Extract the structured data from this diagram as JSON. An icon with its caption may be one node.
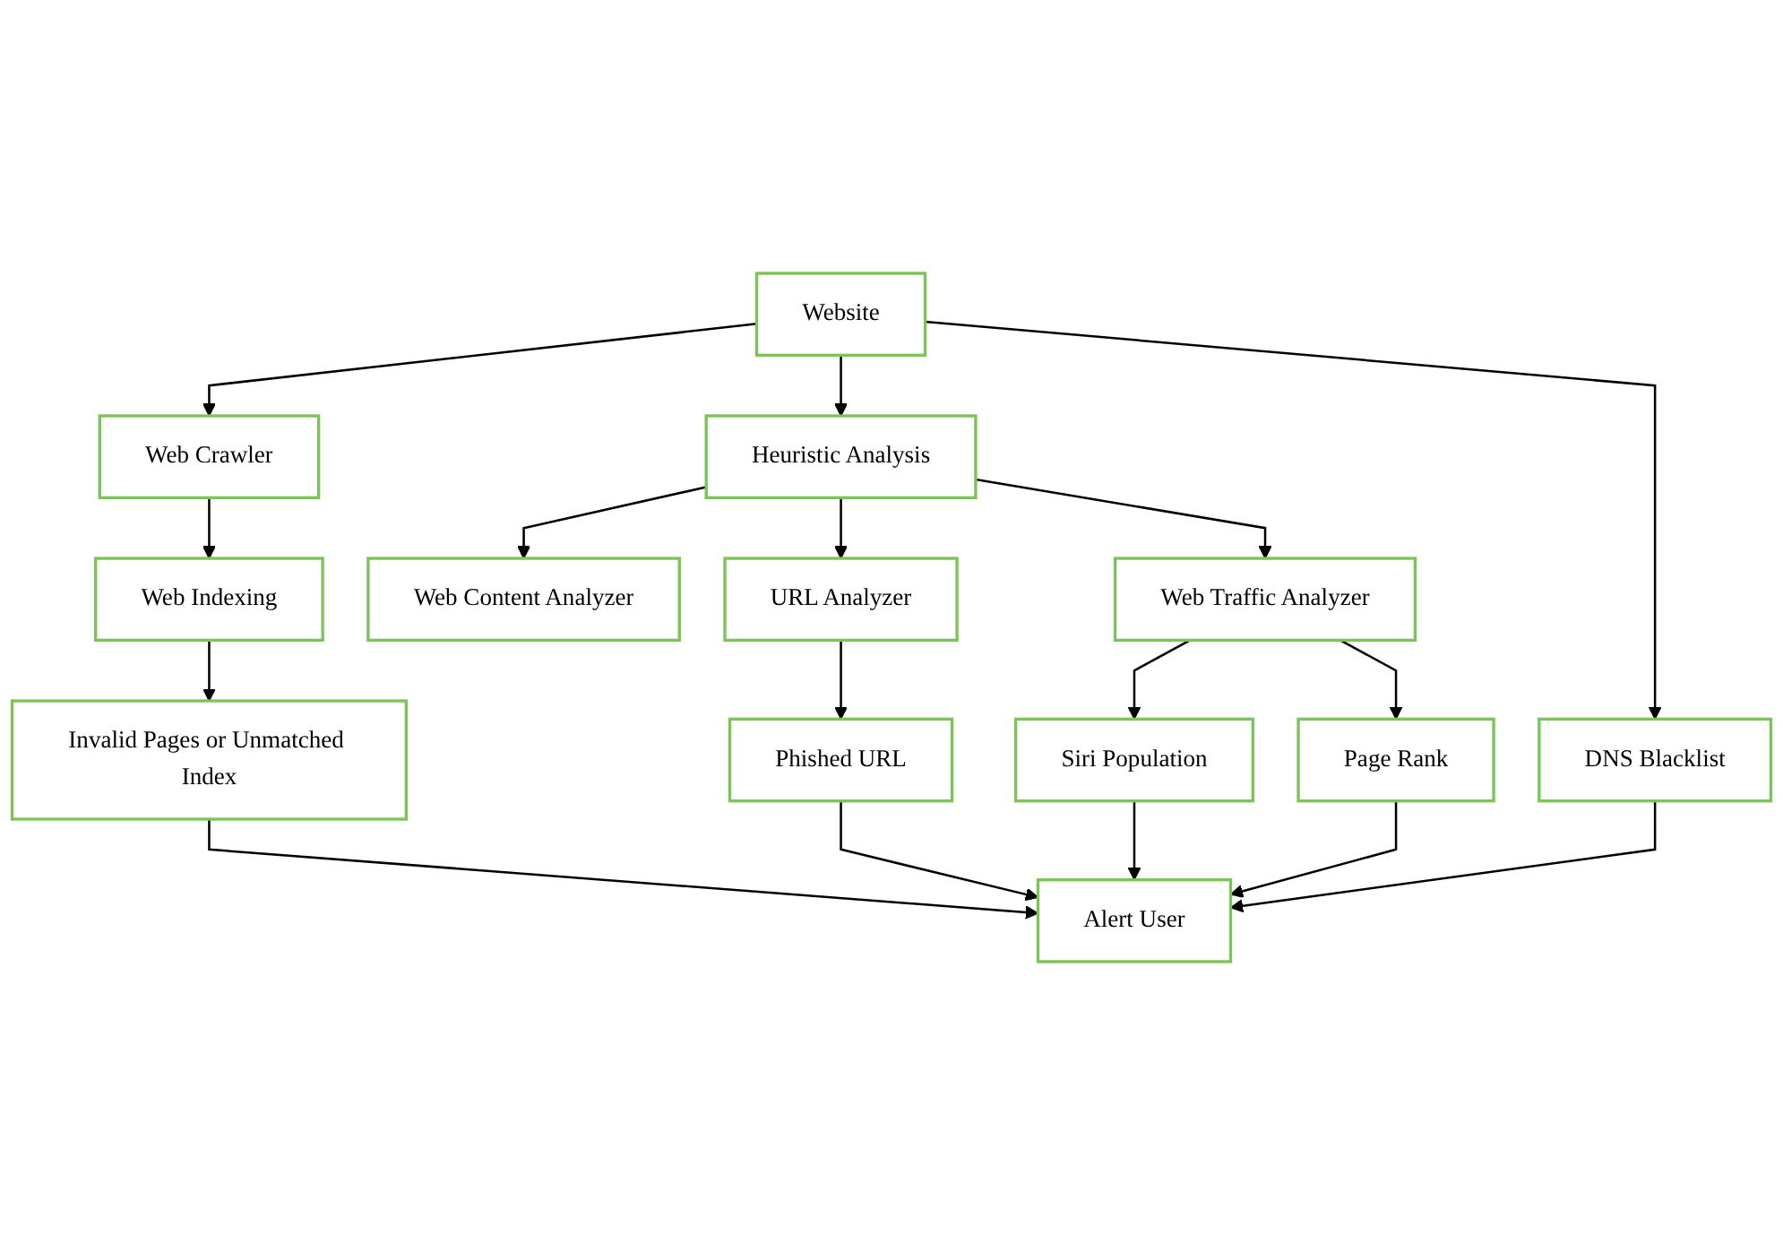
{
  "diagram": {
    "nodes": [
      {
        "text": [
          "Website"
        ]
      },
      {
        "text": [
          "Web Crawler"
        ]
      },
      {
        "text": [
          "Heuristic Analysis"
        ]
      },
      {
        "text": [
          "DNS Blacklist"
        ]
      },
      {
        "text": [
          "Web Content Analyzer"
        ]
      },
      {
        "text": [
          "URL Analyzer"
        ]
      },
      {
        "text": [
          "Web Traffic Analyzer"
        ]
      },
      {
        "text": [
          "Web Indexing"
        ]
      },
      {
        "text": [
          "Siri Population"
        ]
      },
      {
        "text": [
          "Page Rank"
        ]
      },
      {
        "text": [
          "Invalid Pages or Unmatched Index"
        ]
      },
      {
        "text": [
          "Phished URL"
        ]
      },
      {
        "text": [
          "Alert User"
        ]
      }
    ],
    "edges": [
      {
        "from": 0,
        "to": 1,
        "arrow": "to"
      },
      {
        "from": 0,
        "to": 2,
        "arrow": "to"
      },
      {
        "from": 0,
        "to": 3,
        "arrow": "to"
      },
      {
        "from": 2,
        "to": 4,
        "arrow": "to"
      },
      {
        "from": 2,
        "to": 5,
        "arrow": "to"
      },
      {
        "from": 2,
        "to": 6,
        "arrow": "to"
      },
      {
        "from": 1,
        "to": 7,
        "arrow": "to"
      },
      {
        "from": 6,
        "to": 8,
        "arrow": "to"
      },
      {
        "from": 6,
        "to": 9,
        "arrow": "to"
      },
      {
        "from": 7,
        "to": 10,
        "arrow": "to"
      },
      {
        "from": 5,
        "to": 11,
        "arrow": "to"
      },
      {
        "from": 10,
        "to": 12,
        "arrow": "to"
      },
      {
        "from": 11,
        "to": 12,
        "arrow": "to"
      },
      {
        "from": 8,
        "to": 12,
        "arrow": "to"
      },
      {
        "from": 9,
        "to": 12,
        "arrow": "to"
      },
      {
        "from": 3,
        "to": 12,
        "arrow": "to"
      }
    ]
  }
}
